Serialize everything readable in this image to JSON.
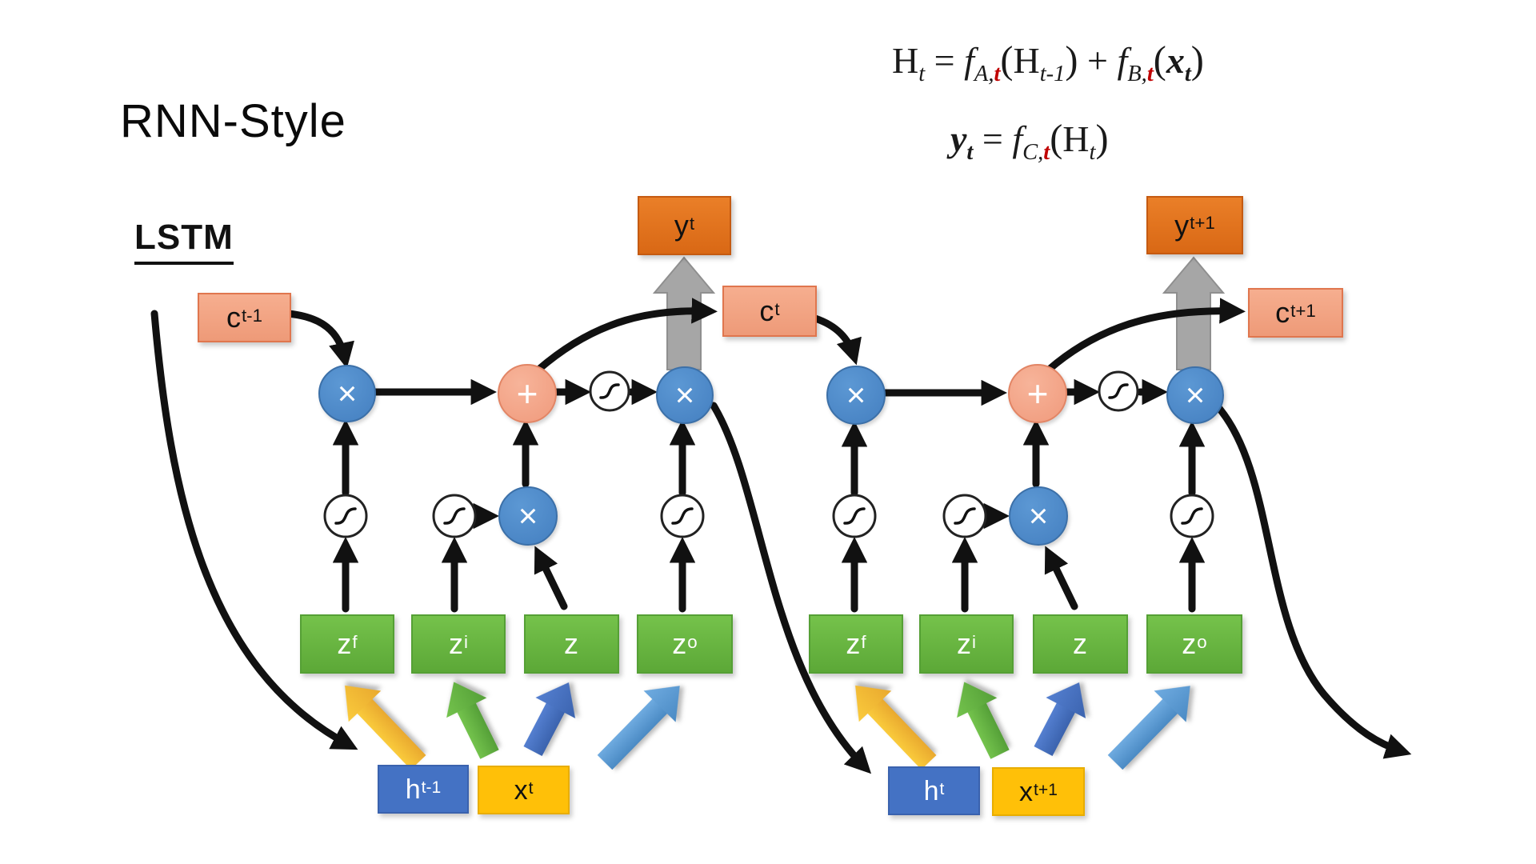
{
  "title": "RNN-Style",
  "subtitle": "LSTM",
  "equations": {
    "eq1": {
      "lhs": "H",
      "lhs_sub": "t",
      "eq": "=",
      "f1": "f",
      "f1_sub": "A,",
      "f1_t": "t",
      "p1": "(",
      "a1": "H",
      "a1_sub": "t-1",
      "p2": ")",
      "plus": "+",
      "f2": "f",
      "f2_sub": "B,",
      "f2_t": "t",
      "p3": "(",
      "a2": "x",
      "a2_sub": "t",
      "p4": ")"
    },
    "eq2": {
      "lhs": "y",
      "lhs_sub": "t",
      "eq": "=",
      "f": "f",
      "f_sub": "C,",
      "f_t": "t",
      "p1": "(",
      "a": "H",
      "a_sub": "t",
      "p2": ")"
    }
  },
  "nodes": {
    "c_prev": {
      "base": "c",
      "sup": "t-1"
    },
    "c_t": {
      "base": "c",
      "sup": "t"
    },
    "c_next": {
      "base": "c",
      "sup": "t+1"
    },
    "y_t": {
      "base": "y",
      "sup": "t"
    },
    "y_next": {
      "base": "y",
      "sup": "t+1"
    },
    "h_prev": {
      "base": "h",
      "sup": "t-1"
    },
    "x_t": {
      "base": "x",
      "sup": "t"
    },
    "h_t": {
      "base": "h",
      "sup": "t"
    },
    "x_next": {
      "base": "x",
      "sup": "t+1"
    },
    "gates": [
      {
        "base": "z",
        "sup": "f"
      },
      {
        "base": "z",
        "sup": "i"
      },
      {
        "base": "z",
        "sup": ""
      },
      {
        "base": "z",
        "sup": "o"
      }
    ]
  },
  "operators": {
    "multiply": "×",
    "add": "+"
  },
  "colors": {
    "cell_state_salmon": "#F2A185",
    "output_orange": "#E2701E",
    "gate_green": "#67B843",
    "hidden_blue": "#4472C4",
    "input_gold": "#FFC000",
    "multiply_circle_blue": "#4E8AC8",
    "add_circle_salmon": "#F4A98E",
    "block_arrow_gray": "#A6A6A6",
    "formula_accent_red": "#C00000"
  }
}
